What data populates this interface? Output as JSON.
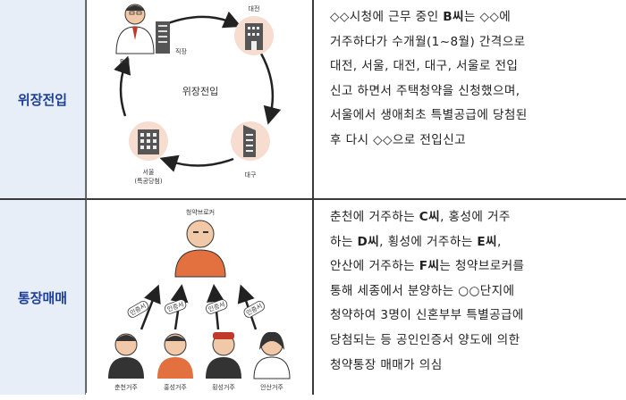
{
  "rows": [
    {
      "label": "위장전입",
      "figure": {
        "center_label": "위장전입",
        "person_label": "B씨",
        "office_label": "직장",
        "nodes": [
          "대전",
          "서울",
          "(특공당첨)",
          "대구"
        ]
      },
      "text_parts": [
        "◇◇시청에 근무 중인 ",
        "B씨",
        "는 ◇◇에\n거주하다가 수개월(1~8월) 간격으로\n대전, 서울, 대전, 대구, 서울로 전입\n신고 하면서 주택청약을 신청했으며,\n서울에서 생애최초 특별공급에 당첨된\n후 다시 ◇◇으로 전입신고"
      ]
    },
    {
      "label": "통장매매",
      "figure": {
        "broker_label": "청약브로커",
        "cert_labels": [
          "인증서",
          "인증서",
          "인증서",
          "인증서"
        ],
        "people": [
          "춘천거주",
          "홍성거주",
          "횡성거주",
          "안산거주"
        ]
      },
      "text_parts": [
        "춘천에 거주하는 ",
        "C씨",
        ", 홍성에 거주\n하는 ",
        "D씨",
        ", 횡성에 거주하는 ",
        "E씨",
        ",\n안산에 거주하는 ",
        "F씨",
        "는 청약브로커를\n통해 세종에서 분양하는 ○○단지에\n청약하여 3명이 신혼부부 특별공급에\n당첨되는 등 공인인증서 양도에 의한\n청약통장 매매가 의심"
      ]
    }
  ]
}
